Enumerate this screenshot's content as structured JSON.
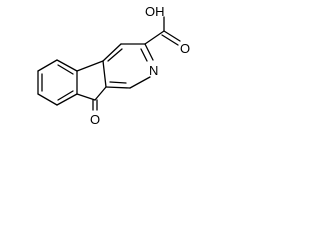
{
  "structure": {
    "atom_labels": {
      "hydroxyl": "OH",
      "carboxyl_oxygen": "O",
      "ring_nitrogen": "N",
      "ketone_oxygen": "O"
    }
  },
  "colors": {
    "background": "#ffffff",
    "bond": "#000000",
    "text": "#000000"
  }
}
